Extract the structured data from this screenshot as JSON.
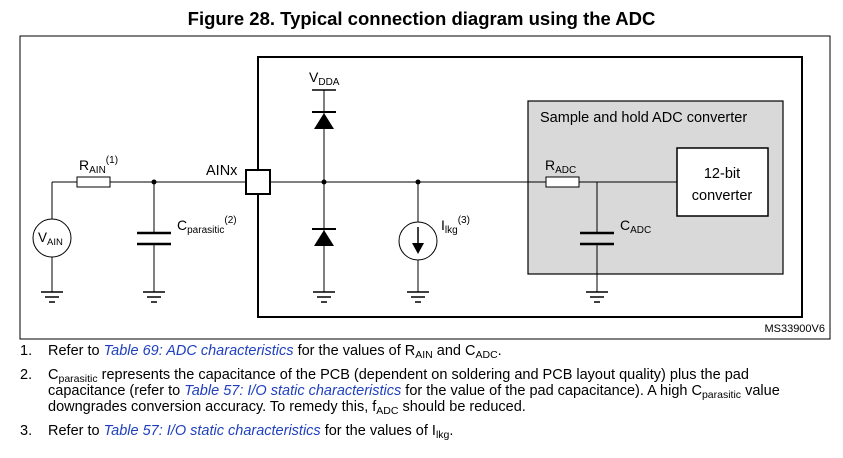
{
  "title": "Figure 28. Typical connection diagram using the ADC",
  "diagram": {
    "vdda": {
      "main": "V",
      "sub": "DDA"
    },
    "rain": {
      "main": "R",
      "sub": "AIN",
      "sup": "(1)"
    },
    "vain": {
      "main": "V",
      "sub": "AIN"
    },
    "ainx": "AINx",
    "cparasitic": {
      "main": "C",
      "sub": "parasitic",
      "sup": "(2)"
    },
    "ilkg": {
      "main": "I",
      "sub": "lkg",
      "sup": "(3)"
    },
    "sample_hold": "Sample and hold ADC converter",
    "radc": {
      "main": "R",
      "sub": "ADC"
    },
    "cadc": {
      "main": "C",
      "sub": "ADC"
    },
    "converter_line1": "12-bit",
    "converter_line2": "converter",
    "code": "MS33900V6"
  },
  "notes": [
    {
      "num": "1.",
      "prefix": "Refer to ",
      "link": "Table 69: ADC characteristics",
      "mid": " for the values of R",
      "sub1": "AIN",
      "and": " and C",
      "sub2": "ADC",
      "end": "."
    },
    {
      "num": "2.",
      "c1": "C",
      "sub1": "parasitic",
      "text1": " represents the capacitance of the PCB (dependent on soldering and PCB layout quality) plus the pad capacitance (refer to ",
      "link": "Table 57: I/O static characteristics",
      "text2": " for the value of the pad capacitance). A high C",
      "sub2": "parasitic",
      "text3": " value downgrades conversion accuracy. To remedy this, f",
      "sub3": "ADC",
      "text4": " should be reduced."
    },
    {
      "num": "3.",
      "prefix": "Refer to ",
      "link": "Table 57: I/O static characteristics",
      "mid": " for the values of I",
      "sub1": "lkg",
      "end": "."
    }
  ]
}
